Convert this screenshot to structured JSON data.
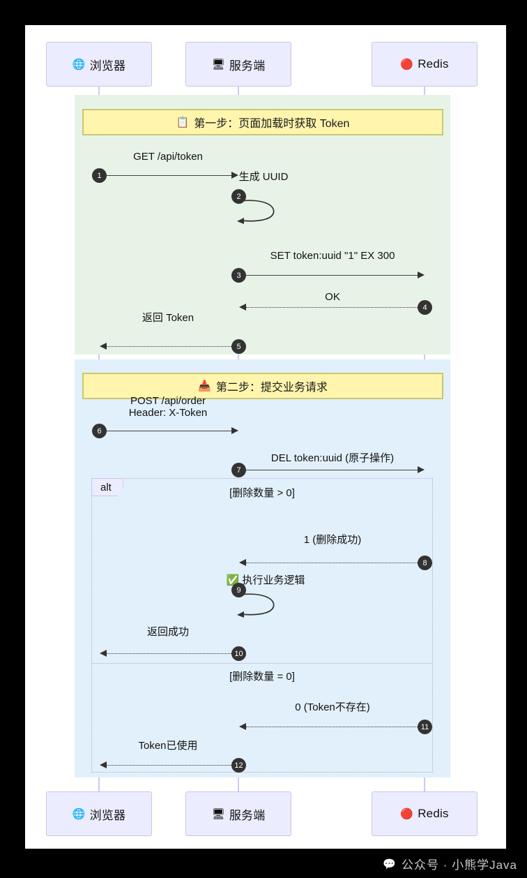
{
  "diagram": {
    "type": "sequence-diagram",
    "participants": [
      {
        "id": "browser",
        "label": "浏览器",
        "icon": "globe-icon",
        "emoji": "🌐"
      },
      {
        "id": "server",
        "label": "服务端",
        "icon": "desktop-computer-icon",
        "emoji": "🖥"
      },
      {
        "id": "redis",
        "label": "Redis",
        "icon": "red-circle-icon",
        "emoji": "🔴"
      }
    ],
    "sections": [
      {
        "id": "step1",
        "title": "第一步：页面加载时获取 Token",
        "emoji": "📋",
        "icon": "clipboard-icon",
        "bg": "#e8f3e8"
      },
      {
        "id": "step2",
        "title": "第二步：提交业务请求",
        "emoji": "📥",
        "icon": "inbox-tray-icon",
        "bg": "#e2f0fb"
      }
    ],
    "alt": {
      "label": "alt",
      "condition_1": "[删除数量 > 0]",
      "condition_2": "[删除数量 = 0]"
    },
    "messages": [
      {
        "n": "1",
        "label": "GET /api/token",
        "from": "browser",
        "to": "server",
        "style": "solid"
      },
      {
        "n": "2",
        "label": "生成 UUID",
        "from": "server",
        "to": "server",
        "style": "self"
      },
      {
        "n": "3",
        "label": "SET token:uuid \"1\" EX 300",
        "from": "server",
        "to": "redis",
        "style": "solid"
      },
      {
        "n": "4",
        "label": "OK",
        "from": "redis",
        "to": "server",
        "style": "dashed"
      },
      {
        "n": "5",
        "label": "返回 Token",
        "from": "server",
        "to": "browser",
        "style": "dashed"
      },
      {
        "n": "6",
        "label": "POST /api/order\nHeader: X-Token",
        "from": "browser",
        "to": "server",
        "style": "solid"
      },
      {
        "n": "7",
        "label": "DEL token:uuid (原子操作)",
        "from": "server",
        "to": "redis",
        "style": "solid"
      },
      {
        "n": "8",
        "label": "1 (删除成功)",
        "from": "redis",
        "to": "server",
        "style": "dashed"
      },
      {
        "n": "9",
        "label": "✅ 执行业务逻辑",
        "from": "server",
        "to": "server",
        "style": "self"
      },
      {
        "n": "10",
        "label": "返回成功",
        "from": "server",
        "to": "browser",
        "style": "dashed"
      },
      {
        "n": "11",
        "label": "0 (Token不存在)",
        "from": "redis",
        "to": "server",
        "style": "dashed"
      },
      {
        "n": "12",
        "label": "Token已使用",
        "from": "server",
        "to": "browser",
        "style": "dashed"
      }
    ],
    "colors": {
      "actor_bg": "#ECECFF",
      "actor_border": "#c6c6e6",
      "lifeline": "#cfc9ee",
      "section1_bg": "#e8f3e8",
      "section2_bg": "#e2f0fb",
      "header_bg": "#FFF5AD",
      "header_border": "#c8c86e",
      "badge_bg": "#333333",
      "arrow": "#333333"
    }
  },
  "watermark": {
    "text": "公众号 · 小熊学Java",
    "icon": "wechat-icon",
    "emoji": "💬"
  }
}
